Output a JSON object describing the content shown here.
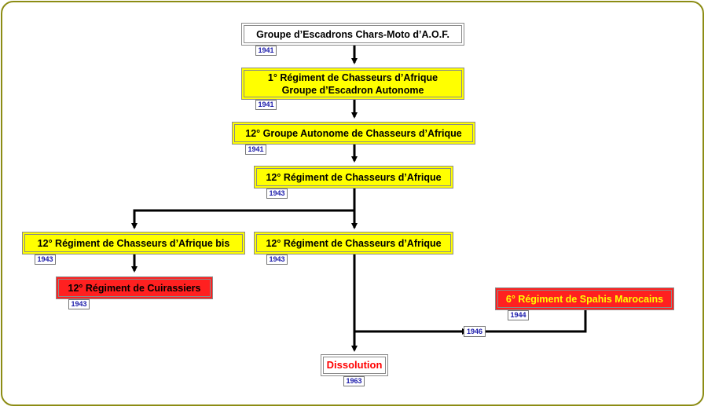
{
  "nodes": {
    "aof": {
      "label": "Groupe d’Escadrons Chars-Moto d’A.O.F.",
      "year": "1941"
    },
    "rca1": {
      "line1": "1° Régiment de Chasseurs d’Afrique",
      "line2": "Groupe d’Escadron Autonome",
      "year": "1941"
    },
    "gaca12": {
      "label": "12° Groupe Autonome de Chasseurs d’Afrique",
      "year": "1941"
    },
    "rca12": {
      "label": "12° Régiment de Chasseurs d’Afrique",
      "year": "1943"
    },
    "rca12bis": {
      "label": "12° Régiment de Chasseurs d’Afrique bis",
      "year": "1943"
    },
    "rca12b": {
      "label": "12° Régiment de Chasseurs d’Afrique",
      "year": "1943"
    },
    "rc12": {
      "label": "12° Régiment de Cuirassiers",
      "year": "1943"
    },
    "rsm6": {
      "label": "6° Régiment de Spahis Marocains",
      "year": "1944"
    },
    "merge": {
      "year": "1946"
    },
    "dissolution": {
      "label": "Dissolution",
      "year": "1963"
    }
  }
}
